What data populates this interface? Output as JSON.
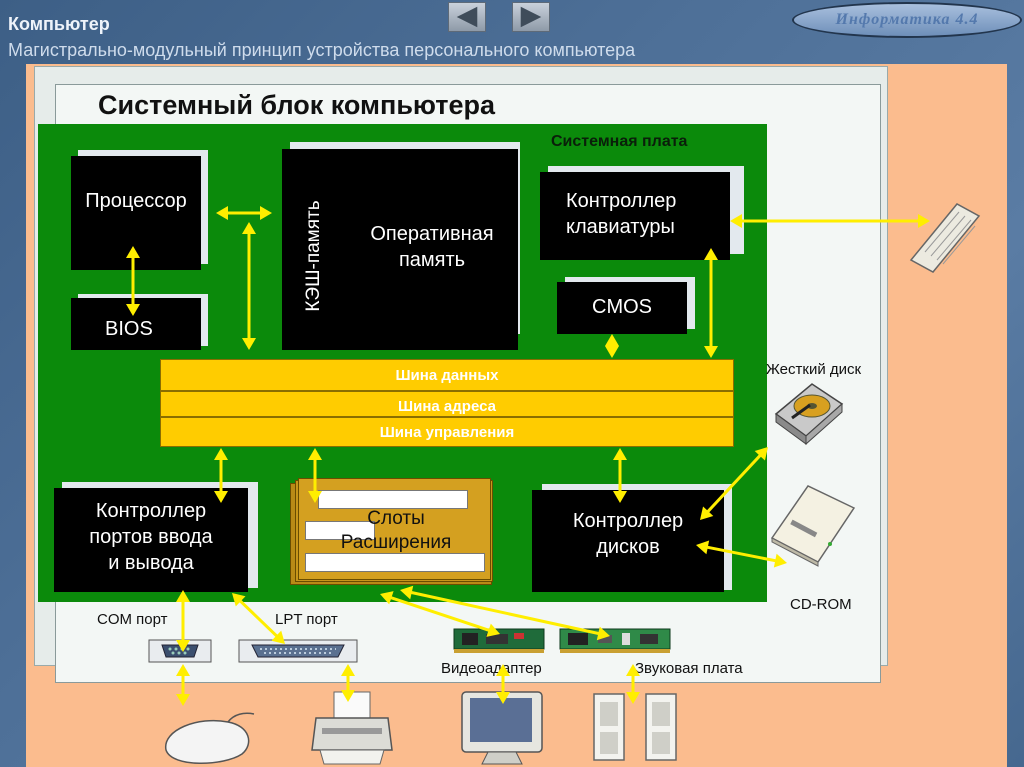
{
  "header": {
    "title": "Компьютер",
    "subtitle": "Магистрально-модульный принцип устройства персонального компьютера",
    "badge": "Информатика 4.4"
  },
  "diagram": {
    "block_title": "Системный блок компьютера",
    "motherboard_label": "Системная плата",
    "processor": "Процессор",
    "bios": "BIOS",
    "cache": "КЭШ-память",
    "ram_line1": "Оперативная",
    "ram_line2": "память",
    "kbd_ctrl_line1": "Контроллер",
    "kbd_ctrl_line2": "клавиатуры",
    "cmos": "CMOS",
    "bus_data": "Шина данных",
    "bus_address": "Шина адреса",
    "bus_control": "Шина управления",
    "io_ctrl_line1": "Контроллер",
    "io_ctrl_line2": "портов ввода",
    "io_ctrl_line3": "и вывода",
    "slots_line1": "Слоты",
    "slots_line2": "Расширения",
    "disk_ctrl_line1": "Контроллер",
    "disk_ctrl_line2": "дисков"
  },
  "external": {
    "hard_disk": "Жесткий диск",
    "cdrom": "CD-ROM",
    "com_port": "COM порт",
    "lpt_port": "LPT порт",
    "video": "Видеоадаптер",
    "sound": "Звуковая плата"
  },
  "colors": {
    "motherboard": "#0b8a0b",
    "bus": "#ffcc00",
    "arrow": "#ffee00",
    "background": "#fbbc8e"
  }
}
